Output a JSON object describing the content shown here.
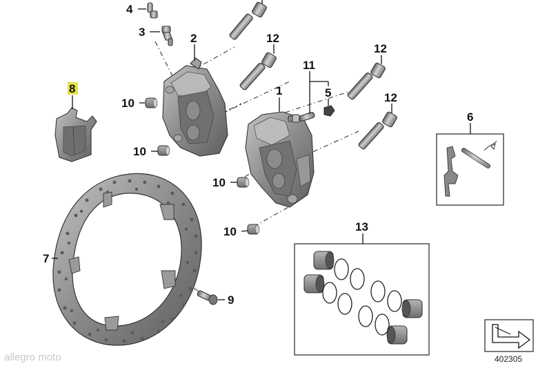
{
  "callouts": {
    "c1": "1",
    "c2": "2",
    "c3": "3",
    "c4": "4",
    "c5": "5",
    "c6": "6",
    "c7": "7",
    "c8": "8",
    "c9": "9",
    "c10a": "10",
    "c10b": "10",
    "c10c": "10",
    "c10d": "10",
    "c11": "11",
    "c12a": "12",
    "c12b": "12",
    "c12c": "12",
    "c13": "13"
  },
  "diagram_number": "402305",
  "watermark": "allegro moto",
  "colors": {
    "part_fill": "#8e8e8e",
    "part_dark": "#5a5a5a",
    "part_light": "#b8b8b8",
    "highlight": "#e4e34a"
  }
}
